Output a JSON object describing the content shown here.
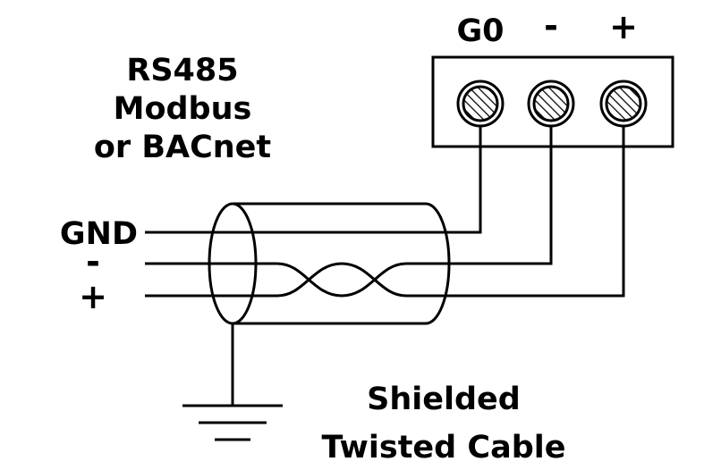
{
  "protocol": {
    "line1": "RS485",
    "line2": "Modbus",
    "line3": "or BACnet"
  },
  "controller_pins": {
    "gnd": "GND",
    "minus": "-",
    "plus": "+"
  },
  "terminal_block": {
    "g0": "G0",
    "minus": "-",
    "plus": "+"
  },
  "cable": {
    "line1": "Shielded",
    "line2": "Twisted Cable"
  },
  "colors": {
    "ink": "#000000",
    "background": "#ffffff"
  }
}
